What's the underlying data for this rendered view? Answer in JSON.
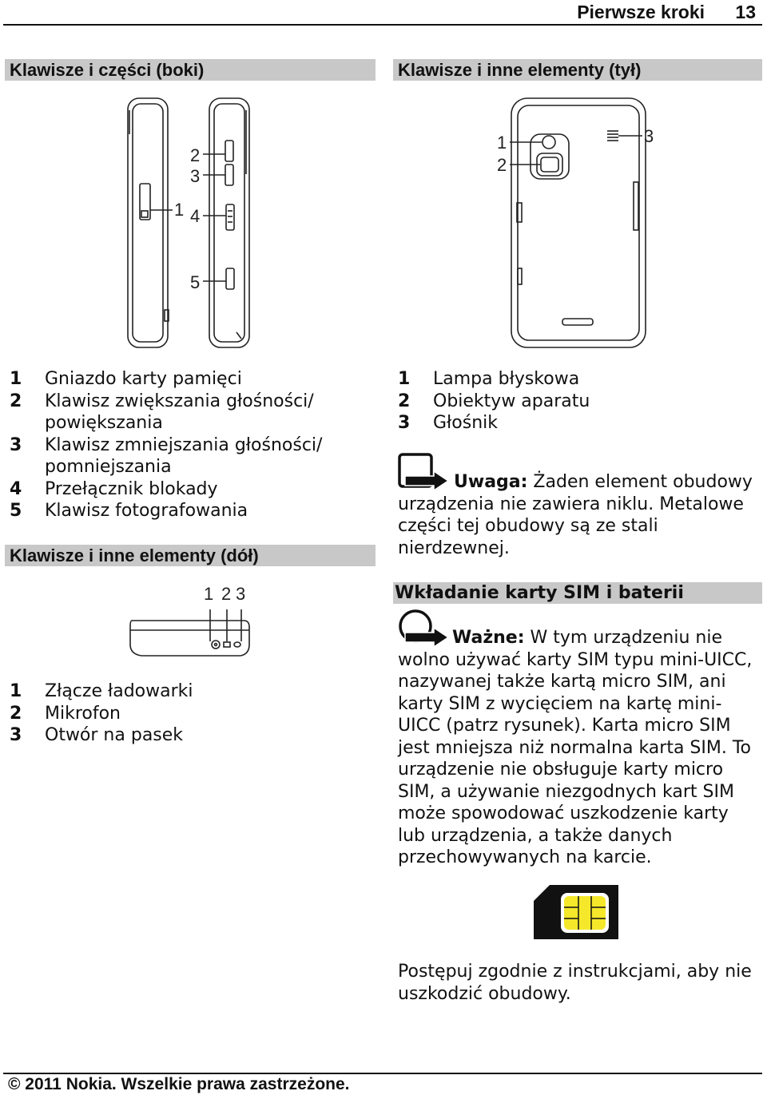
{
  "header": {
    "title": "Pierwsze kroki",
    "page_number": "13"
  },
  "sections": {
    "sides": {
      "heading": "Klawisze i części (boki)",
      "callouts": [
        "1",
        "2",
        "3",
        "4",
        "5"
      ],
      "items": [
        {
          "num": "1",
          "label": "Gniazdo karty pamięci"
        },
        {
          "num": "2",
          "label": "Klawisz zwiększania głośności/ powiększania"
        },
        {
          "num": "3",
          "label": "Klawisz zmniejszania głośności/ pomniejszania"
        },
        {
          "num": "4",
          "label": "Przełącznik blokady"
        },
        {
          "num": "5",
          "label": "Klawisz fotografowania"
        }
      ]
    },
    "bottom": {
      "heading": "Klawisze i inne elementy (dół)",
      "callouts": [
        "1",
        "2",
        "3"
      ],
      "items": [
        {
          "num": "1",
          "label": "Złącze ładowarki"
        },
        {
          "num": "2",
          "label": "Mikrofon"
        },
        {
          "num": "3",
          "label": "Otwór na pasek"
        }
      ]
    },
    "back": {
      "heading": "Klawisze i inne elementy (tył)",
      "callouts": [
        "1",
        "2",
        "3"
      ],
      "items": [
        {
          "num": "1",
          "label": "Lampa błyskowa"
        },
        {
          "num": "2",
          "label": "Obiektyw aparatu"
        },
        {
          "num": "3",
          "label": "Głośnik"
        }
      ]
    },
    "note": {
      "lead": "Uwaga:",
      "text": " Żaden element obudowy urządzenia nie zawiera niklu. Metalowe części tej obudowy są ze stali nierdzewnej."
    },
    "sim": {
      "heading": "Wkładanie karty SIM i baterii",
      "important_lead": "Ważne:",
      "important_text": " W tym urządzeniu nie wolno używać karty SIM typu mini-UICC, nazywanej także kartą micro SIM, ani karty SIM z wycięciem na kartę mini-UICC (patrz rysunek). Karta micro SIM jest mniejsza niż normalna karta SIM. To urządzenie nie obsługuje karty micro SIM, a używanie niezgodnych kart SIM może spowodować uszkodzenie karty lub urządzenia, a także danych przechowywanych na karcie.",
      "instruction": "Postępuj zgodnie z instrukcjami, aby nie uszkodzić obudowy."
    }
  },
  "footer": {
    "copyright": "© 2011 Nokia. Wszelkie prawa zastrzeżone."
  },
  "colors": {
    "section_band": "#c8c8c8",
    "chip": "#f5e82a",
    "text": "#111111"
  }
}
